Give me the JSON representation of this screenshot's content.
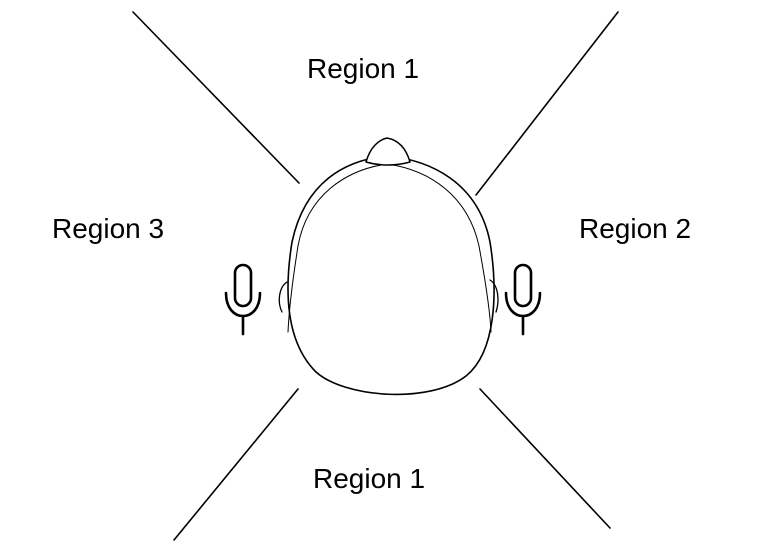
{
  "regions": {
    "top": "Region 1",
    "right": "Region 2",
    "left": "Region 3",
    "bottom": "Region 1"
  },
  "icons": {
    "microphone": "microphone-icon",
    "head": "head-top-view-icon"
  },
  "colors": {
    "line": "#000000",
    "background": "#ffffff"
  }
}
